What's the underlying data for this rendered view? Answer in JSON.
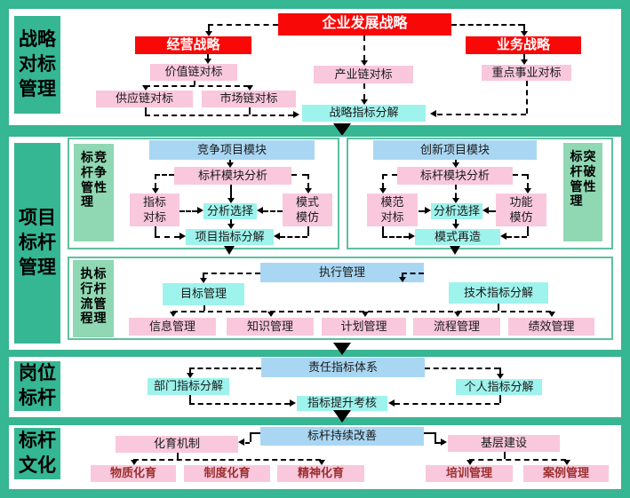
{
  "colors": {
    "frame_teal": "#35b794",
    "panel_border_green": "#3bb392",
    "side_label_green": "#8fd8b3",
    "box_red": "#f90808",
    "box_pink": "#f9c8dc",
    "box_blue": "#a9d7f3",
    "box_cyan": "#9ef3ec",
    "culture_text_dark_red": "#9c2f2f",
    "connector_black": "#000000"
  },
  "s1": {
    "label": "战略对标管理",
    "dev": "企业发展战略",
    "op": "经营战略",
    "biz": "业务战略",
    "value": "价值链对标",
    "industry": "产业链对标",
    "key": "重点事业对标",
    "supply": "供应链对标",
    "market": "市场链对标",
    "decomp": "战略指标分解"
  },
  "s2": {
    "label": "项目标杆管理",
    "a": {
      "col1": "标杆管理",
      "col2": "竞争性",
      "module": "竞争项目模块",
      "analysis": "标杆模块分析",
      "left": "指标对标",
      "center": "分析选择",
      "right": "模式模仿",
      "bottom": "项目指标分解"
    },
    "b": {
      "col1": "标杆管理",
      "col2": "突破性",
      "module": "创新项目模块",
      "analysis": "标杆模块分析",
      "left": "模范对标",
      "center": "分析选择",
      "right": "功能模仿",
      "bottom": "模式再造"
    },
    "c": {
      "col1": "执行流程",
      "col2": "标杆管理",
      "exec": "执行管理",
      "goal": "目标管理",
      "tech": "技术指标分解",
      "r1": "信息管理",
      "r2": "知识管理",
      "r3": "计划管理",
      "r4": "流程管理",
      "r5": "绩效管理"
    }
  },
  "s3": {
    "label": "岗位标杆",
    "system": "责任指标体系",
    "dept": "部门指标分解",
    "personal": "个人指标分解",
    "assess": "指标提升考核"
  },
  "s4": {
    "label": "标杆文化",
    "improve": "标杆持续改善",
    "mechanism": "化育机制",
    "grassroots": "基层建设",
    "c1": "物质化育",
    "c2": "制度化育",
    "c3": "精神化育",
    "c4": "培训管理",
    "c5": "案例管理"
  }
}
